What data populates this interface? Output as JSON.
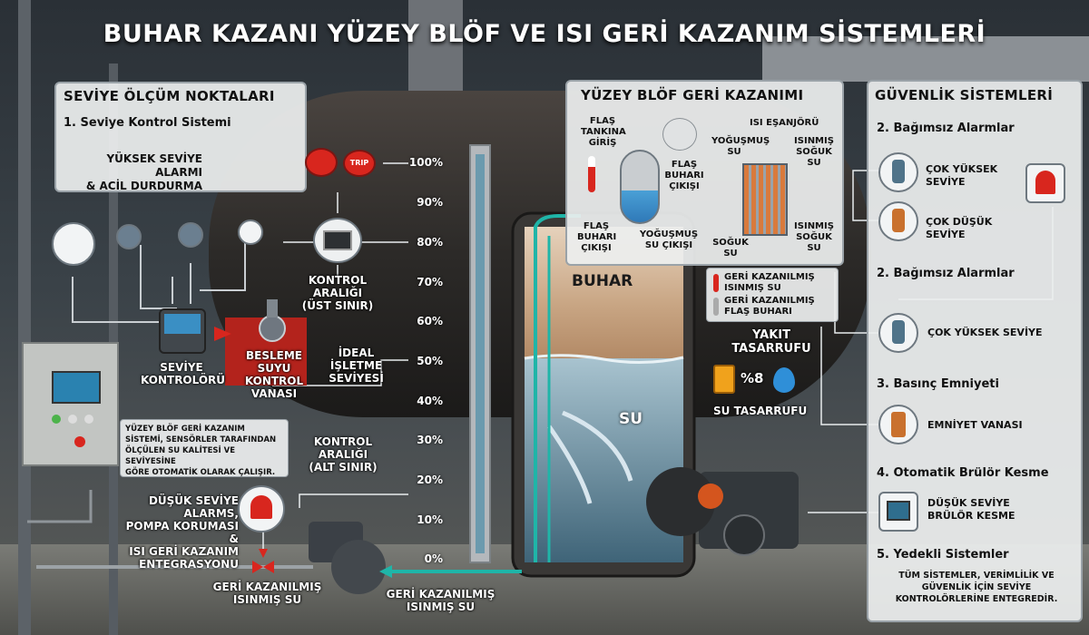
{
  "title": "BUHAR KAZANI YÜZEY BLÖF VE ISI GERİ KAZANIM SİSTEMLERİ",
  "left_panel": {
    "title": "SEVİYE ÖLÇÜM NOKTALARI",
    "subtitle": "1. Seviye Kontrol Sistemi",
    "alarm_label_1": "YÜKSEK SEVİYE ALARMI",
    "alarm_label_2": "& ACİL DURDURMA",
    "trip": "TRIP"
  },
  "gauge_levels": [
    "100%",
    "90%",
    "80%",
    "70%",
    "60%",
    "50%",
    "40%",
    "30%",
    "20%",
    "10%",
    "0%"
  ],
  "labels": {
    "control_range_upper_1": "KONTROL ARALIĞI",
    "control_range_upper_2": "(ÜST SINIR)",
    "controller_1": "SEVİYE",
    "controller_2": "KONTROLÖRÜ",
    "feed_valve_1": "BESLEME",
    "feed_valve_2": "SUYU",
    "feed_valve_3": "KONTROL",
    "feed_valve_4": "VANASI",
    "ideal_1": "İDEAL",
    "ideal_2": "İŞLETME",
    "ideal_3": "SEVİYESİ",
    "control_range_lower_1": "KONTROL ARALIĞI",
    "control_range_lower_2": "(ALT SINIR)",
    "low_alarm_1": "DÜŞÜK SEVİYE",
    "low_alarm_2": "ALARMS,",
    "low_alarm_3": "POMPA KORUMASI &",
    "low_alarm_4": "ISI GERİ KAZANIM",
    "low_alarm_5": "ENTEGRASYONU",
    "recovered_water_left_1": "GERİ KAZANILMIŞ",
    "recovered_water_left_2": "ISINMIŞ SU",
    "recovered_water_center_1": "GERİ KAZANILMIŞ",
    "recovered_water_center_2": "ISINMIŞ SU",
    "steam": "BUHAR",
    "water": "SU",
    "fuel_saving_1": "YAKIT",
    "fuel_saving_2": "TASARRUFU",
    "fuel_percent": "%8",
    "water_saving": "SU TASARRUFU"
  },
  "note": {
    "line1": "YÜZEY BLÖF GERİ KAZANIM",
    "line2": "SİSTEMİ, SENSÖRLER TARAFINDAN",
    "line3": "ÖLÇÜLEN SU KALİTESİ VE SEVİYESİNE",
    "line4": "GÖRE OTOMATİK OLARAK ÇALIŞIR."
  },
  "recovery_panel": {
    "title": "YÜZEY BLÖF GERİ KAZANIMI",
    "flash_in_1": "FLAŞ",
    "flash_in_2": "TANKINA",
    "flash_in_3": "GİRİŞ",
    "flash_steam_out_1": "FLAŞ",
    "flash_steam_out_2": "BUHARI",
    "flash_steam_out_3": "ÇIKIŞI",
    "flash_steam_out_b1": "FLAŞ",
    "flash_steam_out_b2": "BUHARI",
    "flash_steam_out_b3": "ÇIKIŞI",
    "condensate_out_1": "YOĞUŞMUŞ",
    "condensate_out_2": "SU ÇIKIŞI",
    "hx_title": "ISI EŞANJÖRÜ",
    "hx_condensate_1": "YOĞUŞMUŞ",
    "hx_condensate_2": "SU",
    "hx_heated_1": "ISINMIŞ",
    "hx_heated_2": "SOĞUK SU",
    "hx_cold_1": "SOĞUK",
    "hx_cold_2": "SU",
    "hx_heated_b1": "ISINMIŞ",
    "hx_heated_b2": "SOĞUK",
    "hx_heated_b3": "SU"
  },
  "legend": {
    "item1_1": "GERİ KAZANILMIŞ",
    "item1_2": "ISINMIŞ SU",
    "item2_1": "GERİ KAZANILMIŞ",
    "item2_2": "FLAŞ BUHARI"
  },
  "safety_panel": {
    "title": "GÜVENLİK SİSTEMLERİ",
    "s2_title": "2. Bağımsız Alarmlar",
    "very_high_1": "ÇOK YÜKSEK",
    "very_high_2": "SEVİYE",
    "very_low_1": "ÇOK DÜŞÜK",
    "very_low_2": "SEVİYE",
    "s2b_title": "2. Bağımsız Alarmlar",
    "very_high_level": "ÇOK YÜKSEK SEVİYE",
    "s3_title": "3. Basınç Emniyeti",
    "safety_valve": "EMNİYET VANASI",
    "s4_title": "4. Otomatik Brülör Kesme",
    "burner_cut_1": "DÜŞÜK SEVİYE",
    "burner_cut_2": "BRÜLÖR KESME",
    "s5_title": "5. Yedekli Sistemler",
    "s5_text_1": "TÜM SİSTEMLER, VERİMLİLİK VE",
    "s5_text_2": "GÜVENLİK İÇİN SEVİYE",
    "s5_text_3": "KONTROLÖRLERİNE ENTEGREDİR."
  },
  "colors": {
    "accent_teal": "#1fb5a8",
    "alarm_red": "#d8261e",
    "panel_bg": "#eceeee",
    "steam": "#c9a27e",
    "water": "#7fa6b8"
  }
}
